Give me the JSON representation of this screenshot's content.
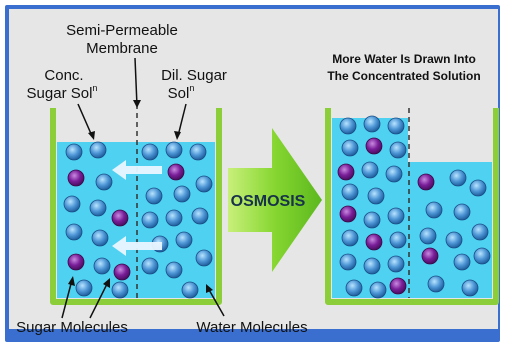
{
  "labels": {
    "membrane": [
      "Semi-Permeable",
      "Membrane"
    ],
    "conc": [
      "Conc.",
      "Sugar Sol",
      "n"
    ],
    "dil": [
      "Dil. Sugar",
      "Sol",
      "n"
    ],
    "sugar_molecules": "Sugar Molecules",
    "water_molecules": "Water Molecules",
    "osmosis": "OSMOSIS",
    "result": [
      "More Water Is Drawn Into",
      "The Concentrated Solution"
    ]
  },
  "colors": {
    "water": "#4fd2f2",
    "container_wall": "#8ccd3a",
    "water_molecule": "#3f8fd0",
    "sugar_molecule": "#7a1f9a",
    "arrow_green": "#80d62c",
    "flow_arrow": "#eaf6ff",
    "frame": "#3a6fd0"
  },
  "icons": {
    "flow_arrows": "left-arrow-icon",
    "process_arrow": "right-arrow-icon"
  }
}
